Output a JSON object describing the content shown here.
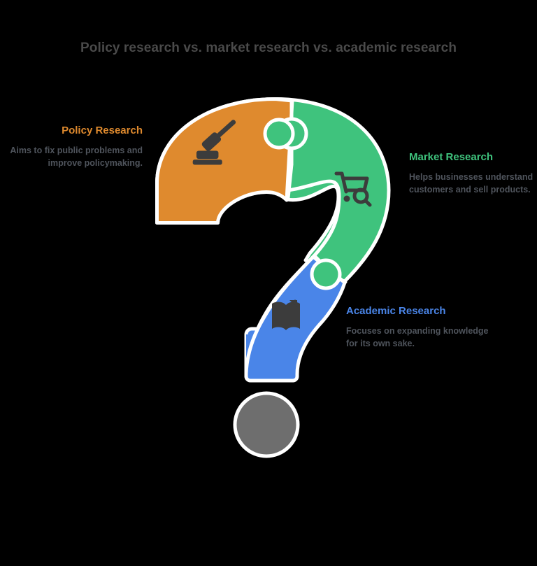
{
  "page": {
    "title": "Policy research vs. market research vs. academic research",
    "background_color": "#000000",
    "outline_color": "#ffffff"
  },
  "figure": {
    "shape": "question-mark",
    "dot": {
      "name": "question-mark-dot",
      "color": "#6e6e6e"
    },
    "segments": [
      {
        "id": "policy",
        "label": "Policy Research",
        "color": "#df8a2e",
        "icon": "gavel-icon",
        "position": "upper-left"
      },
      {
        "id": "market",
        "label": "Market Research",
        "color": "#3fc37d",
        "icon": "shopping-cart-search-icon",
        "position": "right"
      },
      {
        "id": "academic",
        "label": "Academic Research",
        "color": "#4a85e8",
        "icon": "open-book-growth-icon",
        "position": "lower-center"
      }
    ]
  },
  "callouts": {
    "policy": {
      "heading": "Policy Research",
      "body": "Aims to fix public problems and improve policymaking.",
      "color": "#df8a2e"
    },
    "market": {
      "heading": "Market Research",
      "body": "Helps businesses understand customers and sell products.",
      "color": "#3fc37d"
    },
    "academic": {
      "heading": "Academic Research",
      "body": "Focuses on expanding knowledge for its own sake.",
      "color": "#4a85e8"
    }
  }
}
